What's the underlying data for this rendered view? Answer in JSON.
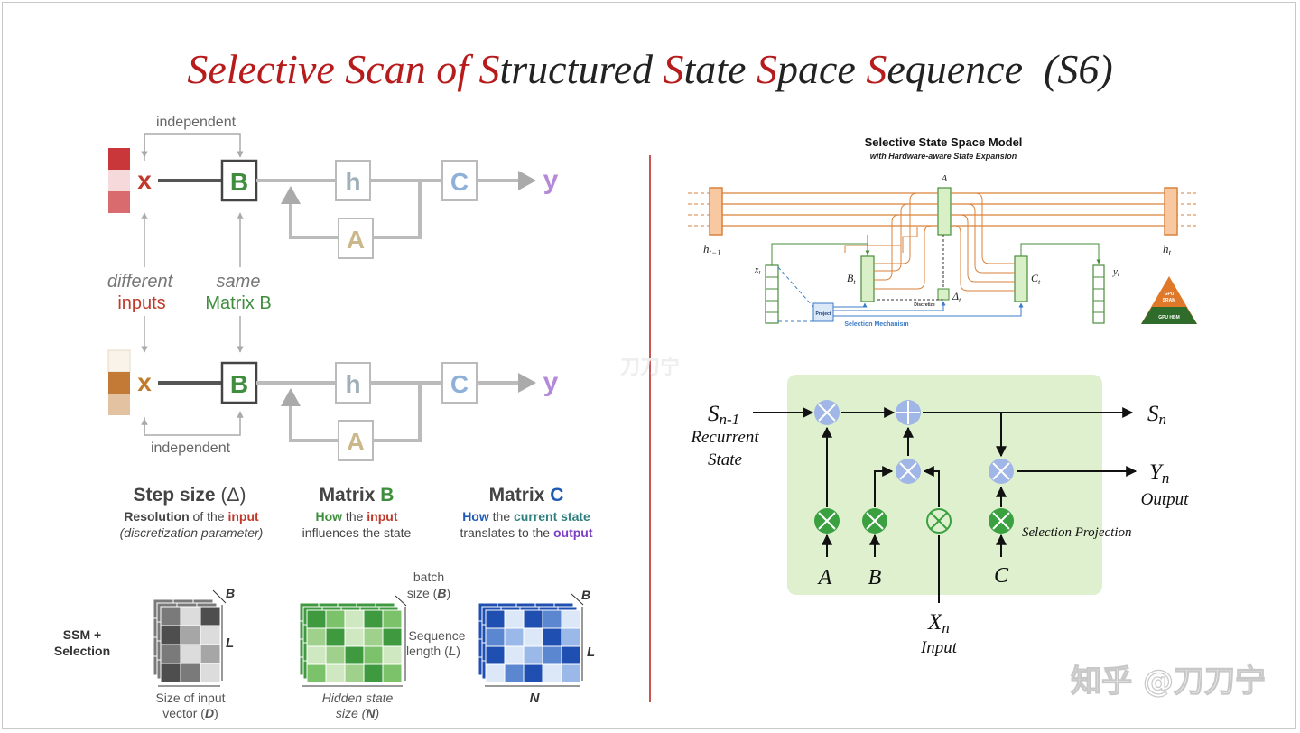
{
  "title": {
    "parts": [
      {
        "text": "S",
        "color": "#b71c1c"
      },
      {
        "text": "elective ",
        "color": "#b71c1c"
      },
      {
        "text": "S",
        "color": "#b71c1c"
      },
      {
        "text": "can of ",
        "color": "#b71c1c"
      },
      {
        "text": "S",
        "color": "#b71c1c"
      },
      {
        "text": "tructured ",
        "color": "#222222"
      },
      {
        "text": "S",
        "color": "#b71c1c"
      },
      {
        "text": "tate ",
        "color": "#222222"
      },
      {
        "text": "S",
        "color": "#b71c1c"
      },
      {
        "text": "pace ",
        "color": "#222222"
      },
      {
        "text": "S",
        "color": "#b71c1c"
      },
      {
        "text": "equence",
        "color": "#222222"
      },
      {
        "text": "  (S6)",
        "color": "#222222"
      }
    ]
  },
  "left_diagram": {
    "x_symbol": "x",
    "b_symbol": "B",
    "h_symbol": "h",
    "a_symbol": "A",
    "c_symbol": "C",
    "y_symbol": "y",
    "independent_top": "independent",
    "independent_bottom": "independent",
    "different": "different",
    "inputs": "inputs",
    "same": "same",
    "matrix_b": "Matrix B"
  },
  "legend": {
    "step_size_title": "Step size",
    "step_size_symbol": "(Δ)",
    "resolution_word": "Resolution",
    "of_the": " of the ",
    "input_word": "input",
    "discretization": "(discretization parameter)",
    "matrix_b_title": "Matrix",
    "matrix_b_letter": "B",
    "how_word": "How",
    "the_word": " the ",
    "influences": "influences the state",
    "matrix_c_title": "Matrix",
    "matrix_c_letter": "C",
    "current_state": "current state",
    "translates": "translates to the ",
    "output_word": "output"
  },
  "tensors": {
    "ssm_selection_line1": "SSM +",
    "ssm_selection_line2": "Selection",
    "b_label": "B",
    "l_label": "L",
    "n_label": "N",
    "size_of_input_1": "Size of input",
    "size_of_input_2": "vector (",
    "d_label": "D",
    "close_paren": ")",
    "batch": "batch",
    "size_b": "size (",
    "sequence": "Sequence",
    "length_l": "length (",
    "hidden_state": "Hidden state",
    "size_n": "size ("
  },
  "selective_ssm": {
    "title": "Selective State Space Model",
    "subtitle": "with Hardware-aware State Expansion",
    "a_label": "A",
    "h_prev": "h",
    "h_prev_sub": "t−1",
    "h_t": "h",
    "h_t_sub": "t",
    "x_t": "x",
    "x_t_sub": "t",
    "b_t": "B",
    "b_t_sub": "t",
    "c_t": "C",
    "c_t_sub": "t",
    "y_t": "y",
    "y_t_sub": "t",
    "delta_t": "Δ",
    "delta_sub": "t",
    "discretize": "Discretize",
    "project": "Project",
    "selection_mechanism": "Selection Mechanism",
    "gpu_sram_1": "GPU",
    "gpu_sram_2": "SRAM",
    "gpu_hbm": "GPU HBM"
  },
  "recurrence": {
    "s_prev": "S",
    "s_prev_sub": "n-1",
    "recurrent": "Recurrent",
    "state": "State",
    "s_n": "S",
    "s_n_sub": "n",
    "y_n": "Y",
    "y_n_sub": "n",
    "output": "Output",
    "x_n": "X",
    "x_n_sub": "n",
    "input": "Input",
    "a": "A",
    "b": "B",
    "c": "C",
    "selection_projection": "Selection Projection"
  },
  "watermark": {
    "center": "刀刀宁",
    "corner": "知乎 @刀刀宁"
  },
  "colors": {
    "red": "#b71c1c",
    "green": "#3e8e3e",
    "blue": "#1f5bb5",
    "purple": "#7b3fc4",
    "orange": "#c07a2a",
    "gray": "#8a8a8a",
    "light_green": "#dff0cf"
  }
}
